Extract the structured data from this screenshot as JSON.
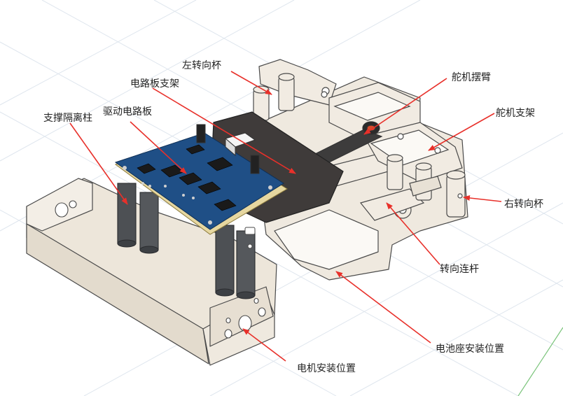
{
  "diagram": {
    "colors": {
      "annotation": "#e8302a",
      "frame": "#efe9df",
      "frame_edge": "#4a4a4a",
      "pcb": "#1f4f86",
      "pcb_base": "#e6d7a0",
      "bracket_plate": "#3f3b3a",
      "standoff": "#4d5054",
      "grid_line": "#dfe6ee"
    },
    "labels": {
      "left_steering_cup": "左转向杯",
      "circuit_board_bracket": "电路板支架",
      "drive_board": "驱动电路板",
      "support_standoff": "支撑隔离柱",
      "servo_arm": "舵机摆臂",
      "servo_bracket": "舵机支架",
      "right_steering_cup": "右转向杯",
      "steering_linkage": "转向连杆",
      "battery_mount_position": "电池座安装位置",
      "motor_mount_position": "电机安装位置"
    }
  }
}
